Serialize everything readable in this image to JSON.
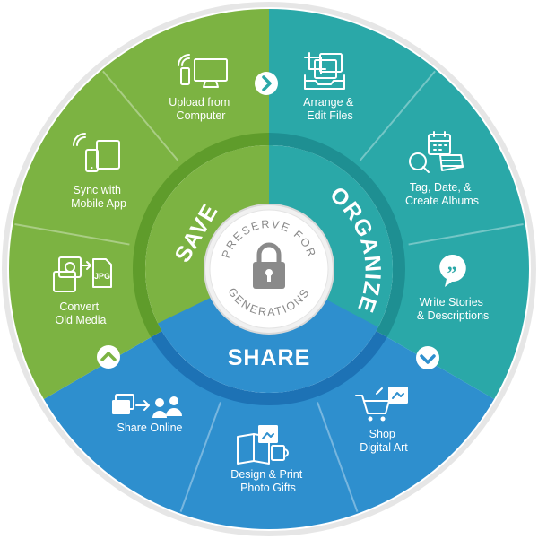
{
  "colors": {
    "save": "#7cb342",
    "save_dark": "#5f9c2b",
    "organize": "#2aa8a8",
    "organize_dark": "#1e8f92",
    "share": "#2e8fce",
    "share_dark": "#1d72b5",
    "ring_border": "#e6e6e6",
    "center_gray": "#8a8a8a"
  },
  "center": {
    "top_text": "PRESERVE FOR",
    "bottom_text": "GENERATIONS",
    "icon": "padlock-icon"
  },
  "sections": {
    "save": {
      "title": "SAVE"
    },
    "organize": {
      "title": "ORGANIZE"
    },
    "share": {
      "title": "SHARE"
    }
  },
  "items": {
    "upload": {
      "line1": "Upload from",
      "line2": "Computer",
      "icon": "computer-upload-icon"
    },
    "sync": {
      "line1": "Sync with",
      "line2": "Mobile App",
      "icon": "mobile-devices-icon"
    },
    "convert": {
      "line1": "Convert",
      "line2": "Old Media",
      "icon": "media-conversion-icon",
      "badge": "JPG"
    },
    "arrange": {
      "line1": "Arrange &",
      "line2": "Edit Files",
      "icon": "crop-tray-icon"
    },
    "tag": {
      "line1": "Tag, Date, &",
      "line2": "Create Albums",
      "icon": "tag-calendar-album-icon"
    },
    "stories": {
      "line1": "Write Stories",
      "line2": "& Descriptions",
      "icon": "quote-bubble-icon"
    },
    "shop": {
      "line1": "Shop",
      "line2": "Digital Art",
      "icon": "shopping-cart-icon"
    },
    "design": {
      "line1": "Design & Print",
      "line2": "Photo Gifts",
      "icon": "photo-gifts-icon"
    },
    "share_online": {
      "line1": "Share Online",
      "icon": "share-people-icon"
    }
  },
  "arrows": [
    {
      "name": "arrow-save-to-organize",
      "icon": "chevron-right-icon"
    },
    {
      "name": "arrow-organize-to-share",
      "icon": "chevron-down-icon"
    },
    {
      "name": "arrow-share-to-save",
      "icon": "chevron-up-icon"
    }
  ]
}
